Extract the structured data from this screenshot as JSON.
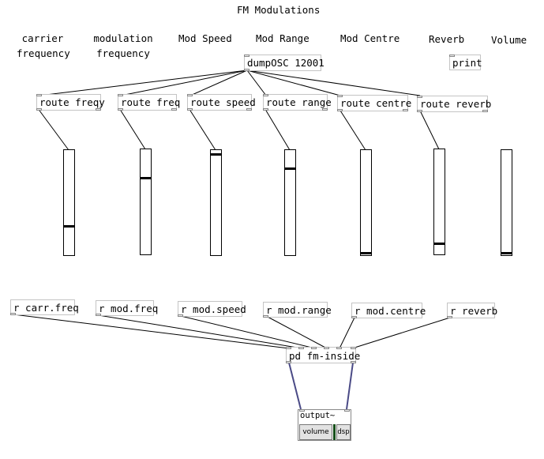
{
  "patch": {
    "title": "FM Modulations"
  },
  "labels": {
    "carrier_line1": "carrier",
    "carrier_line2": "frequency",
    "modulation_line1": "modulation",
    "modulation_line2": "frequency",
    "mod_speed": "Mod Speed",
    "mod_range": "Mod Range",
    "mod_centre": "Mod Centre",
    "reverb": "Reverb",
    "volume": "Volume"
  },
  "objects": {
    "dumposc": "dumpOSC 12001",
    "print": "print",
    "route_freqy": "route freqy",
    "route_freq": "route freq",
    "route_speed": "route speed",
    "route_range": "route range",
    "route_centre": "route centre",
    "route_reverb": "route reverb",
    "r_carr_freq": "r carr.freq",
    "r_mod_freq": "r mod.freq",
    "r_mod_speed": "r mod.speed",
    "r_mod_range": "r mod.range",
    "r_mod_centre": "r mod.centre",
    "r_reverb": "r reverb",
    "pd_fm_inside": "pd fm-inside"
  },
  "sliders": {
    "carrier_frequency": 0.27,
    "modulation_frequency": 0.73,
    "mod_speed": 0.97,
    "mod_range": 0.83,
    "mod_centre": 0.01,
    "reverb": 0.09,
    "volume": 0.01
  },
  "output": {
    "title": "output~",
    "volume_label": "volume",
    "dsp_label": "dsp"
  }
}
